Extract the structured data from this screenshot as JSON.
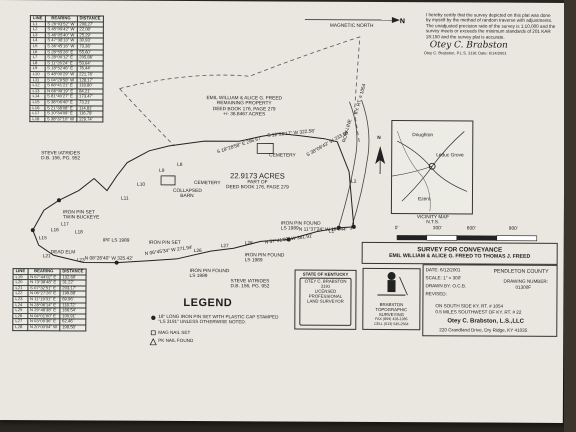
{
  "certification": {
    "text": "I hereby certify that the survey depicted on this plat was done by myself by the method of random traverse with adjustments. The unadjusted precision ratio of the survey is 1:10,000 and the survey meets or exceeds the minimum standards of 201 KAR 18:150 and the survey plat is accurate.",
    "signature": "Otey C. Brabston",
    "signed_line": "Otey C. Brabston, P.L.S. 3191   Date: 6/14/2001"
  },
  "magnetic_north": "MAGNETIC NORTH",
  "line_table_top": {
    "headers": [
      "LINE",
      "BEARING",
      "DISTANCE"
    ],
    "rows": [
      [
        "L1",
        "S 26°03'52\" W",
        "208.27'"
      ],
      [
        "L2",
        "S 45°09'42\" W",
        "22.08'"
      ],
      [
        "L3",
        "S 46°05'40\" W",
        "25.29'"
      ],
      [
        "L4",
        "S 47°38'13\" W",
        "30.93'"
      ],
      [
        "L5",
        "S 36°45'16\" W",
        "73.36'"
      ],
      [
        "L6",
        "S 28°55'26\" E",
        "55.60'"
      ],
      [
        "L7",
        "S 28°00'12\" E",
        "205.86'"
      ],
      [
        "L8",
        "S 11°26'24\" E",
        "53.64'"
      ],
      [
        "L9",
        "S 18°52'46\" E",
        "76.44'"
      ],
      [
        "L10",
        "S 48°00'29\" W",
        "221.76'"
      ],
      [
        "L11",
        "S 04°29'58\" W",
        "128.17'"
      ],
      [
        "L12",
        "S 68°41'21\" E",
        "118.80'"
      ],
      [
        "L13",
        "N 66°09'19\" E",
        "84.21'"
      ],
      [
        "L14",
        "S 81°40'27\" E",
        "173.47'"
      ],
      [
        "L15",
        "S 38°06'40\" E",
        "73.21'"
      ],
      [
        "L16",
        "S 21°38'08\" E",
        "114.81'"
      ],
      [
        "L17",
        "S 10°34'09\" E",
        "116.78'"
      ],
      [
        "L18",
        "S 38°37'10\" W",
        "129.74'"
      ]
    ]
  },
  "line_table_bottom": {
    "headers": [
      "LINE",
      "BEARING",
      "DISTANCE"
    ],
    "rows": [
      [
        "L19",
        "N 67°44'02\" E",
        "132.66'"
      ],
      [
        "L20",
        "N 73°38'48\" E",
        "31.22'"
      ],
      [
        "L21",
        "S 07°32'51\" E",
        "203.17'"
      ],
      [
        "L22",
        "N 06°27'26\" E",
        "199.88'"
      ],
      [
        "L23",
        "N 11°19'31\" E",
        "69.96'"
      ],
      [
        "L24",
        "N 28°06'14\" E",
        "118.72'"
      ],
      [
        "L25",
        "N 29°48'38\" E",
        "166.54'"
      ],
      [
        "L26",
        "N 04°01'00\" E",
        "100.91'"
      ],
      [
        "L27",
        "N 03°00'36\" E",
        "62.46'"
      ],
      [
        "L28",
        "N 20°00'04\" W",
        "198.58'"
      ]
    ]
  },
  "plat": {
    "remaining_property": [
      "EMIL WILLIAM & ALICE G. FREED",
      "REMAINING PROPERTY",
      "DEED BOOK 176, PAGE 279",
      "+/- 36.8467 ACRES"
    ],
    "acreage": [
      "22.9173 ACRES",
      "PART OF",
      "DEED BOOK 176, PAGE 279"
    ],
    "cemetery_1": "CEMETERY",
    "cemetery_2": "CEMETERY",
    "collapsed_barn": "COLLAPSED BARN",
    "dead_elm": "DEAD ELM",
    "neighbor_1": [
      "STEVE IATRIDES",
      "D.B. 156, PG. 952"
    ],
    "neighbor_2": [
      "STEVE IATRIDES",
      "D.B. 156, PG. 952"
    ],
    "pin_twin_buckeye": [
      "IRON PIN SET",
      "TWIN BUCKEYE"
    ],
    "pin_set": "IRON PIN SET",
    "ipf_1989": "IPF LS 1989",
    "pin_found_1": [
      "IRON PIN FOUND",
      "LS 1989"
    ],
    "pin_found_2": [
      "IRON PIN FOUND",
      "LS 1989"
    ],
    "pin_found_3": [
      "IRON PIN FOUND",
      "LS 1989"
    ],
    "road_label": "KY. RT. # 1054",
    "road_row": "ROW LINE",
    "bearing_a": "N 06°45'34\" W",
    "bearing_a_dist": "271.94'",
    "bearing_b": "N 08°26'40\" W",
    "bearing_b_dist": "325.42'",
    "bearing_c": "N 57°41'00\" W",
    "bearing_c_dist": "381.91'",
    "bearing_d": "N 11°37'24\" W",
    "bearing_d_dist": "184.44'",
    "bearing_e": "S 12°20'17\" W",
    "bearing_e_dist": "322.58'",
    "bearing_f": "S 18°28'58\" E",
    "bearing_f_dist": "296.67'",
    "bearing_g": "S 38°09'43\" W",
    "bearing_g_dist": "233.68'",
    "line_labels": [
      "L1",
      "L2",
      "L3",
      "L4",
      "L5",
      "L6",
      "L7",
      "L8",
      "L9",
      "L10",
      "L11",
      "L12",
      "L13",
      "L14",
      "L15",
      "L16",
      "L17",
      "L18",
      "L19",
      "L20",
      "L21",
      "L22",
      "L23",
      "L24",
      "L25",
      "L26",
      "L27",
      "L28"
    ]
  },
  "vicinity": {
    "label": [
      "VICINITY MAP",
      "N.T.S."
    ],
    "places": [
      "Doughton",
      "Leduc Grove",
      "Ezera"
    ],
    "north": "N"
  },
  "scale_bar": {
    "ticks": [
      "0'",
      "300'",
      "600'",
      "900'"
    ]
  },
  "title_block": {
    "line1": "SURVEY FOR CONVEYANCE",
    "line2": "EMIL WILLIAM & ALICE G. FREED TO THOMAS J. FREED",
    "date_label": "DATE:",
    "date_value": "6/12/2001",
    "scale_label": "SCALE:",
    "scale_value": "1\" = 300'",
    "drawn_label": "DRAWN BY:",
    "drawn_value": "O.C.B.",
    "revised_label": "REVISED:",
    "county": "PENDLETON COUNTY",
    "drawing_label": "DRAWING NUMBER:",
    "drawing_value": "01300F",
    "location_1": "ON SOUTH SIDE KY. RT. # 1054",
    "location_2": "0.5 MILES SOUTHWEST OF KY. RT. # 22",
    "company": "Otey C. Brabston, L.S.,LLC",
    "address": "220 Grandland Drive, Dry Ridge, KY 41035"
  },
  "seal": {
    "state": "STATE OF KENTUCKY",
    "name": "OTEY C. BRABSTON",
    "number": "3191",
    "licensed": "LICENSED",
    "professional": "PROFESSIONAL",
    "land_surveyor": "LAND SURVEYOR"
  },
  "logo": {
    "line1": "BRABSTON",
    "line2": "TOPOGRAPHIC",
    "line3": "SURVEYING",
    "fax": "FAX (859) 428-1285",
    "cell": "CELL (513) 545-2564"
  },
  "legend": {
    "title": "LEGEND",
    "items": [
      "18\" LONG IRON PIN SET WITH PLASTIC CAP STAMPED \"LS 3191\" UNLESS OTHERWISE NOTED.",
      "MAG NAIL SET",
      "PK NAIL FOUND"
    ]
  },
  "colors": {
    "paper": "#e9e7df",
    "ink": "#1c1c1c",
    "background": "#2a2620"
  }
}
